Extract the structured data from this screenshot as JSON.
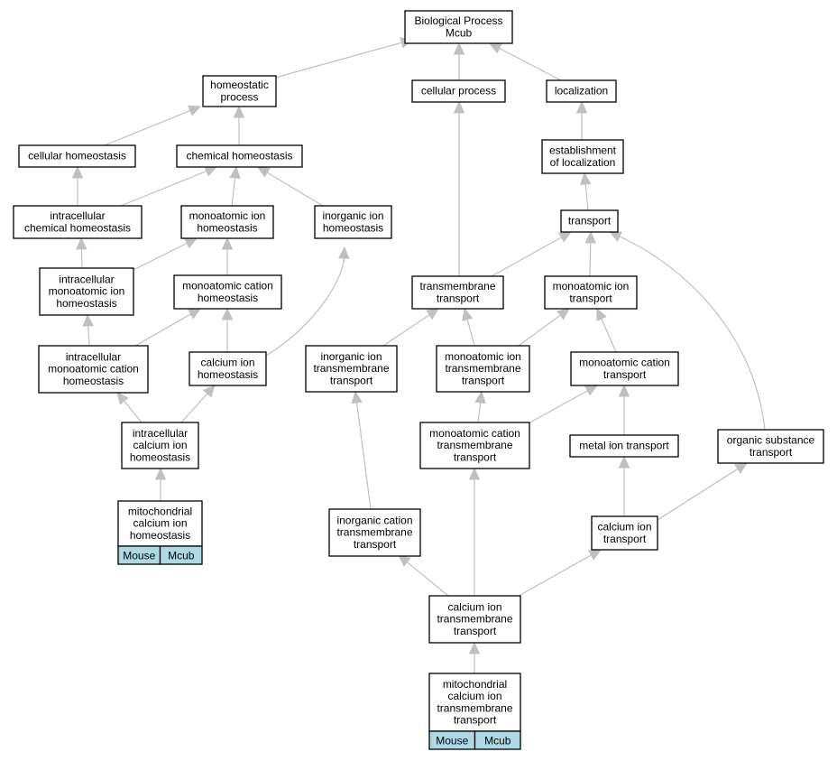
{
  "graph": {
    "nodes": [
      {
        "id": "bp",
        "lines": [
          "Biological Process",
          "Mcub"
        ]
      },
      {
        "id": "homeostatic",
        "lines": [
          "homeostatic",
          "process"
        ]
      },
      {
        "id": "cellular_process",
        "lines": [
          "cellular process"
        ]
      },
      {
        "id": "localization",
        "lines": [
          "localization"
        ]
      },
      {
        "id": "cellular_homeo",
        "lines": [
          "cellular homeostasis"
        ]
      },
      {
        "id": "chemical_homeo",
        "lines": [
          "chemical homeostasis"
        ]
      },
      {
        "id": "establishment",
        "lines": [
          "establishment",
          "of localization"
        ]
      },
      {
        "id": "intracellular_chem",
        "lines": [
          "intracellular",
          "chemical homeostasis"
        ]
      },
      {
        "id": "monoatomic_ion_homeo",
        "lines": [
          "monoatomic ion",
          "homeostasis"
        ]
      },
      {
        "id": "inorganic_ion_homeo",
        "lines": [
          "inorganic ion",
          "homeostasis"
        ]
      },
      {
        "id": "transport",
        "lines": [
          "transport"
        ]
      },
      {
        "id": "intracellular_monoatomic_ion",
        "lines": [
          "intracellular",
          "monoatomic ion",
          "homeostasis"
        ]
      },
      {
        "id": "monoatomic_cation_homeo",
        "lines": [
          "monoatomic cation",
          "homeostasis"
        ]
      },
      {
        "id": "transmembrane_transport",
        "lines": [
          "transmembrane",
          "transport"
        ]
      },
      {
        "id": "monoatomic_ion_transport",
        "lines": [
          "monoatomic ion",
          "transport"
        ]
      },
      {
        "id": "intracellular_monoatomic_cation",
        "lines": [
          "intracellular",
          "monoatomic cation",
          "homeostasis"
        ]
      },
      {
        "id": "calcium_ion_homeo",
        "lines": [
          "calcium ion",
          "homeostasis"
        ]
      },
      {
        "id": "inorganic_ion_tm",
        "lines": [
          "inorganic ion",
          "transmembrane",
          "transport"
        ]
      },
      {
        "id": "monoatomic_ion_tm",
        "lines": [
          "monoatomic ion",
          "transmembrane",
          "transport"
        ]
      },
      {
        "id": "monoatomic_cation_transport",
        "lines": [
          "monoatomic cation",
          "transport"
        ]
      },
      {
        "id": "intracellular_calcium",
        "lines": [
          "intracellular",
          "calcium ion",
          "homeostasis"
        ]
      },
      {
        "id": "monoatomic_cation_tm",
        "lines": [
          "monoatomic cation",
          "transmembrane",
          "transport"
        ]
      },
      {
        "id": "metal_ion_transport",
        "lines": [
          "metal ion transport"
        ]
      },
      {
        "id": "organic_substance_transport",
        "lines": [
          "organic substance",
          "transport"
        ]
      },
      {
        "id": "mito_calcium_homeo",
        "lines": [
          "mitochondrial",
          "calcium ion",
          "homeostasis"
        ],
        "badges": [
          "Mouse",
          "Mcub"
        ]
      },
      {
        "id": "inorganic_cation_tm",
        "lines": [
          "inorganic cation",
          "transmembrane",
          "transport"
        ]
      },
      {
        "id": "calcium_ion_transport",
        "lines": [
          "calcium ion",
          "transport"
        ]
      },
      {
        "id": "calcium_ion_tm",
        "lines": [
          "calcium ion",
          "transmembrane",
          "transport"
        ]
      },
      {
        "id": "mito_calcium_tm",
        "lines": [
          "mitochondrial",
          "calcium ion",
          "transmembrane",
          "transport"
        ],
        "badges": [
          "Mouse",
          "Mcub"
        ]
      }
    ],
    "edges": [
      {
        "from": "homeostatic",
        "to": "bp"
      },
      {
        "from": "cellular_process",
        "to": "bp"
      },
      {
        "from": "localization",
        "to": "bp"
      },
      {
        "from": "cellular_homeo",
        "to": "homeostatic"
      },
      {
        "from": "chemical_homeo",
        "to": "homeostatic"
      },
      {
        "from": "establishment",
        "to": "localization"
      },
      {
        "from": "intracellular_chem",
        "to": "cellular_homeo"
      },
      {
        "from": "intracellular_chem",
        "to": "chemical_homeo"
      },
      {
        "from": "monoatomic_ion_homeo",
        "to": "chemical_homeo"
      },
      {
        "from": "inorganic_ion_homeo",
        "to": "chemical_homeo"
      },
      {
        "from": "transport",
        "to": "establishment"
      },
      {
        "from": "intracellular_monoatomic_ion",
        "to": "intracellular_chem"
      },
      {
        "from": "intracellular_monoatomic_ion",
        "to": "monoatomic_ion_homeo"
      },
      {
        "from": "monoatomic_cation_homeo",
        "to": "monoatomic_ion_homeo"
      },
      {
        "from": "transmembrane_transport",
        "to": "cellular_process"
      },
      {
        "from": "transmembrane_transport",
        "to": "transport"
      },
      {
        "from": "monoatomic_ion_transport",
        "to": "transport"
      },
      {
        "from": "organic_substance_transport",
        "to": "transport"
      },
      {
        "from": "intracellular_monoatomic_cation",
        "to": "intracellular_monoatomic_ion"
      },
      {
        "from": "intracellular_monoatomic_cation",
        "to": "monoatomic_cation_homeo"
      },
      {
        "from": "calcium_ion_homeo",
        "to": "monoatomic_cation_homeo"
      },
      {
        "from": "calcium_ion_homeo",
        "to": "inorganic_ion_homeo"
      },
      {
        "from": "inorganic_ion_tm",
        "to": "transmembrane_transport"
      },
      {
        "from": "monoatomic_ion_tm",
        "to": "transmembrane_transport"
      },
      {
        "from": "monoatomic_ion_tm",
        "to": "monoatomic_ion_transport"
      },
      {
        "from": "monoatomic_cation_transport",
        "to": "monoatomic_ion_transport"
      },
      {
        "from": "intracellular_calcium",
        "to": "intracellular_monoatomic_cation"
      },
      {
        "from": "intracellular_calcium",
        "to": "calcium_ion_homeo"
      },
      {
        "from": "monoatomic_cation_tm",
        "to": "monoatomic_ion_tm"
      },
      {
        "from": "monoatomic_cation_tm",
        "to": "monoatomic_cation_transport"
      },
      {
        "from": "metal_ion_transport",
        "to": "monoatomic_cation_transport"
      },
      {
        "from": "mito_calcium_homeo",
        "to": "intracellular_calcium"
      },
      {
        "from": "inorganic_cation_tm",
        "to": "inorganic_ion_tm"
      },
      {
        "from": "calcium_ion_transport",
        "to": "metal_ion_transport"
      },
      {
        "from": "calcium_ion_transport",
        "to": "organic_substance_transport"
      },
      {
        "from": "calcium_ion_tm",
        "to": "inorganic_cation_tm"
      },
      {
        "from": "calcium_ion_tm",
        "to": "monoatomic_cation_tm"
      },
      {
        "from": "calcium_ion_tm",
        "to": "calcium_ion_transport"
      },
      {
        "from": "mito_calcium_tm",
        "to": "calcium_ion_tm"
      }
    ]
  },
  "colors": {
    "edge": "#c0c0c0",
    "badge": "#add8e6",
    "border": "#000000",
    "background": "#ffffff"
  }
}
